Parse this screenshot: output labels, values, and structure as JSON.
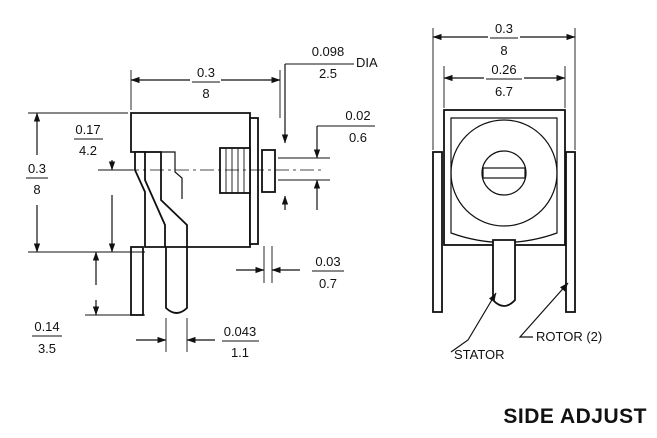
{
  "title": "SIDE ADJUST",
  "dimensions": {
    "side_width": {
      "num": "0.3",
      "den": "8"
    },
    "pin_dia": {
      "num": "0.098",
      "den": "2.5",
      "suffix": "DIA"
    },
    "slot_gap": {
      "num": "0.02",
      "den": "0.6"
    },
    "height": {
      "num": "0.3",
      "den": "8"
    },
    "upper_offset": {
      "num": "0.17",
      "den": "4.2"
    },
    "plate_thickness": {
      "num": "0.03",
      "den": "0.7"
    },
    "pin_length": {
      "num": "0.14",
      "den": "3.5"
    },
    "pin_width": {
      "num": "0.043",
      "den": "1.1"
    },
    "front_width": {
      "num": "0.3",
      "den": "8"
    },
    "front_inner_width": {
      "num": "0.26",
      "den": "6.7"
    }
  },
  "labels": {
    "stator": "STATOR",
    "rotor": "ROTOR (2)"
  }
}
